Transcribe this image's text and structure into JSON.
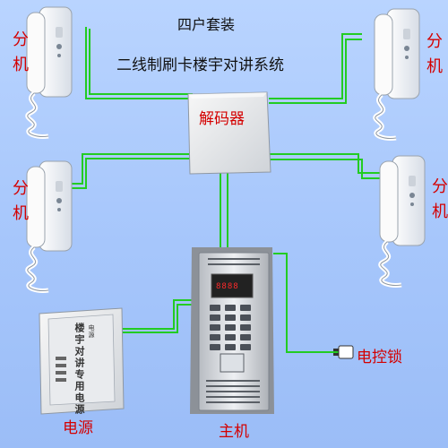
{
  "title": {
    "line1": "四户套装",
    "line2": "二线制刷卡楼宇对讲系统"
  },
  "extensions": [
    {
      "id": "tl",
      "label": "分机"
    },
    {
      "id": "tr",
      "label": "分机"
    },
    {
      "id": "bl",
      "label": "分机"
    },
    {
      "id": "br",
      "label": "分机"
    }
  ],
  "decoder": {
    "label": "解码器"
  },
  "lock": {
    "label": "电控锁"
  },
  "power_supply": {
    "label": "电源",
    "panel_text": "楼宇对讲专用电源",
    "panel_brand": "电源"
  },
  "main_unit": {
    "label": "主机",
    "display": "8888"
  },
  "colors": {
    "background": "#a9c8fb",
    "wire": "#22cc22",
    "label_red": "#d40000",
    "device_white": "#f2f2f2"
  }
}
